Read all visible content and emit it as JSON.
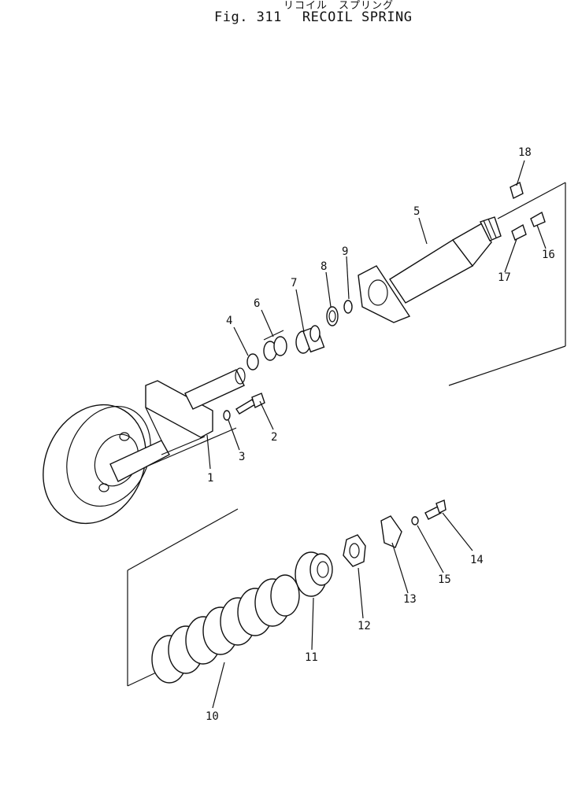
{
  "header": {
    "title_jp": "リコイル　スプリング",
    "fig_label": "Fig. 311",
    "title_en": "RECOIL SPRING"
  },
  "callouts": [
    "1",
    "2",
    "3",
    "4",
    "5",
    "6",
    "7",
    "8",
    "9",
    "10",
    "11",
    "12",
    "13",
    "14",
    "15",
    "16",
    "17",
    "18"
  ]
}
